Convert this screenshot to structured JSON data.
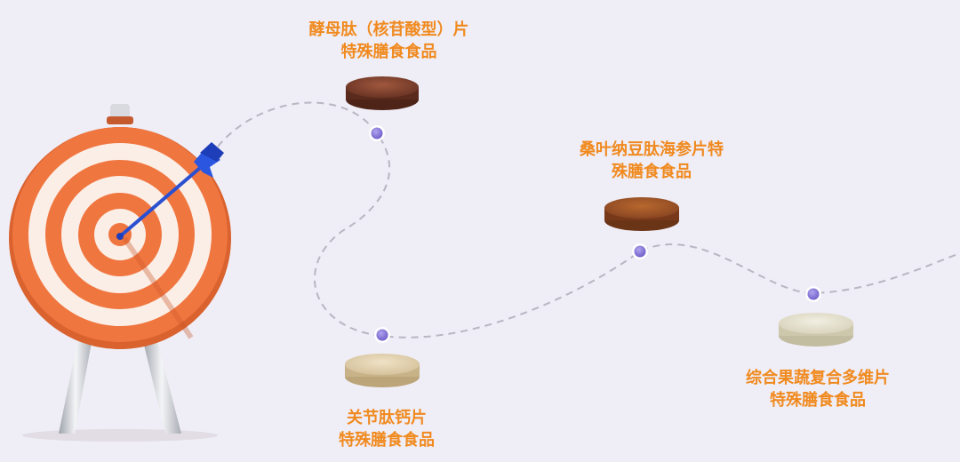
{
  "colors": {
    "background": "#efedf6",
    "label_text": "#f08a1f",
    "path_dash": "#b8b6c2",
    "dot_fill": "#8a7ad8",
    "target_orange": "#f07640",
    "target_white": "#fbeee6",
    "arrow_blue": "#2a4fd0"
  },
  "icons": [
    "target-icon",
    "arrow-icon",
    "tablet-icon",
    "path-dot-icon"
  ],
  "products": [
    {
      "line1": "酵母肽（核苷酸型）片",
      "line2": "特殊膳食食品",
      "tablet_color": "#7a3f2c"
    },
    {
      "line1": "桑叶纳豆肽海参片特",
      "line2": "殊膳食食品",
      "tablet_color": "#9a5528"
    },
    {
      "line1": "关节肽钙片",
      "line2": "特殊膳食食品",
      "tablet_color": "#e2d2b2"
    },
    {
      "line1": "综合果蔬复合多维片",
      "line2": "特殊膳食食品",
      "tablet_color": "#e6e2d2"
    }
  ]
}
